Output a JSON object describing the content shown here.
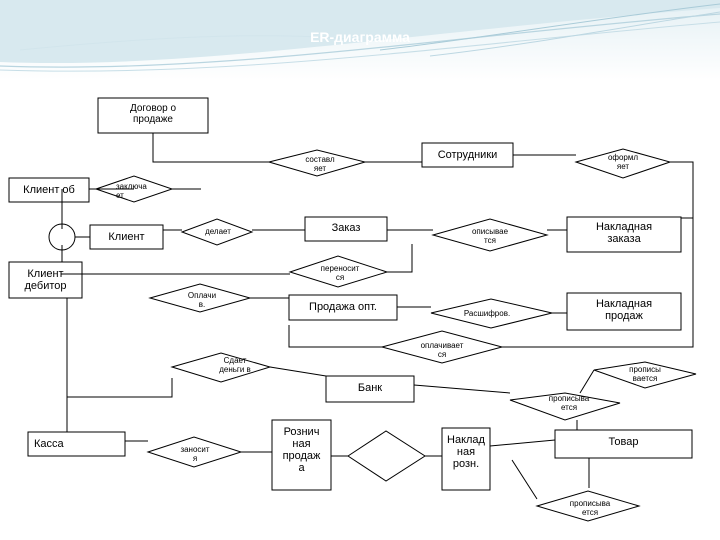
{
  "title": "ER-диаграмма",
  "colors": {
    "banner": "#cfe3ea",
    "banner_dark": "#9ec3d2",
    "line": "#000000"
  },
  "entities": {
    "dogovor": "Договор о\nпродаже",
    "sotrudniki": "Сотрудники",
    "klient_ob": "Клиент об",
    "klient": "Клиент",
    "zakaz": "Заказ",
    "naklad_zakaza": "Накладная\nзаказа",
    "klient_debitor": "Клиент\nдебитор",
    "prodazha_opt": "Продажа опт.",
    "naklad_prodazh": "Накладная\nпродаж",
    "bank": "Банк",
    "kassa": "Касса",
    "roznich_prodazha": "Рознич\nная\nпродаж\nа",
    "naklad_rozn": "Наклад\nная\nрозн.",
    "tovar": "Товар"
  },
  "relationships": {
    "sostavlyaet": "составл\nяет",
    "oformlyaet": "оформл\nяет",
    "zaklyuchaet": "заключа\nет",
    "delaet": "делает",
    "opisyvaetsya": "описывае\nтся",
    "perenositsya": "переносит\nся",
    "oplachivaet": "Оплачи\nв.",
    "rasshifrov": "Расшифров.",
    "oplachivaetsya": "оплачивает\nся",
    "sdaet_dengi": "Сдает\nденьги в",
    "propisyvaetsya_1": "прописы\nвается",
    "propisyvaetsya_2": "прописыва\nется",
    "zanositsya": "заносит\nя",
    "empty": "",
    "propisyvaetsya_3": "прописыва\nется"
  }
}
